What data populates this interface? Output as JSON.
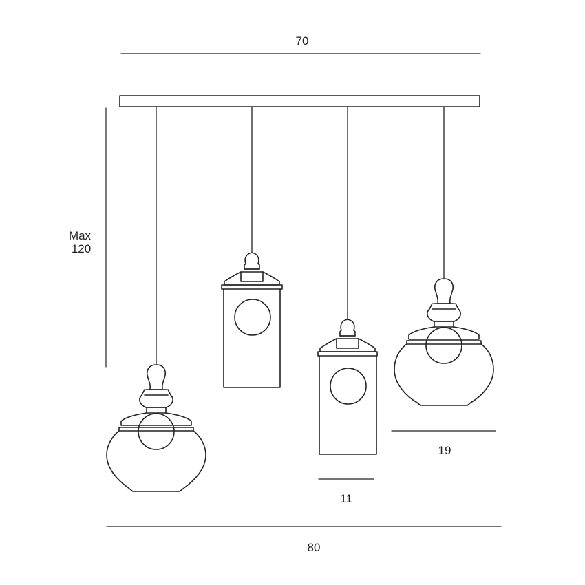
{
  "colors": {
    "background": "#ffffff",
    "stroke": "#222222"
  },
  "dimensions": {
    "canopy_width": "70",
    "max_drop_line1": "Max",
    "max_drop_line2": "120",
    "total_width": "80",
    "cylinder_shade_width": "11",
    "bowl_shade_width": "19"
  },
  "shades": [
    {
      "type": "bowl"
    },
    {
      "type": "cylinder"
    },
    {
      "type": "cylinder"
    },
    {
      "type": "bowl"
    }
  ]
}
